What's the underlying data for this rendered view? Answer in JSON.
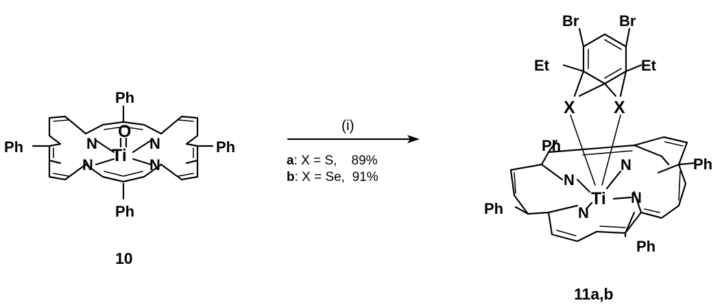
{
  "scheme": {
    "reactant": {
      "label": "10",
      "metal": "Ti",
      "oxo": "O",
      "nitrogen": "N",
      "substituent": "Ph"
    },
    "arrow": {
      "reagent": "(i)",
      "condition_a": {
        "tag": "a",
        "text": ": X = S,    89%"
      },
      "condition_b": {
        "tag": "b",
        "text": ": X = Se,  91%"
      }
    },
    "product": {
      "label": "11a,b",
      "metal": "Ti",
      "nitrogen": "N",
      "substituent": "Ph",
      "bridge_atom": "X",
      "bromo": "Br",
      "ethyl": "Et"
    }
  }
}
